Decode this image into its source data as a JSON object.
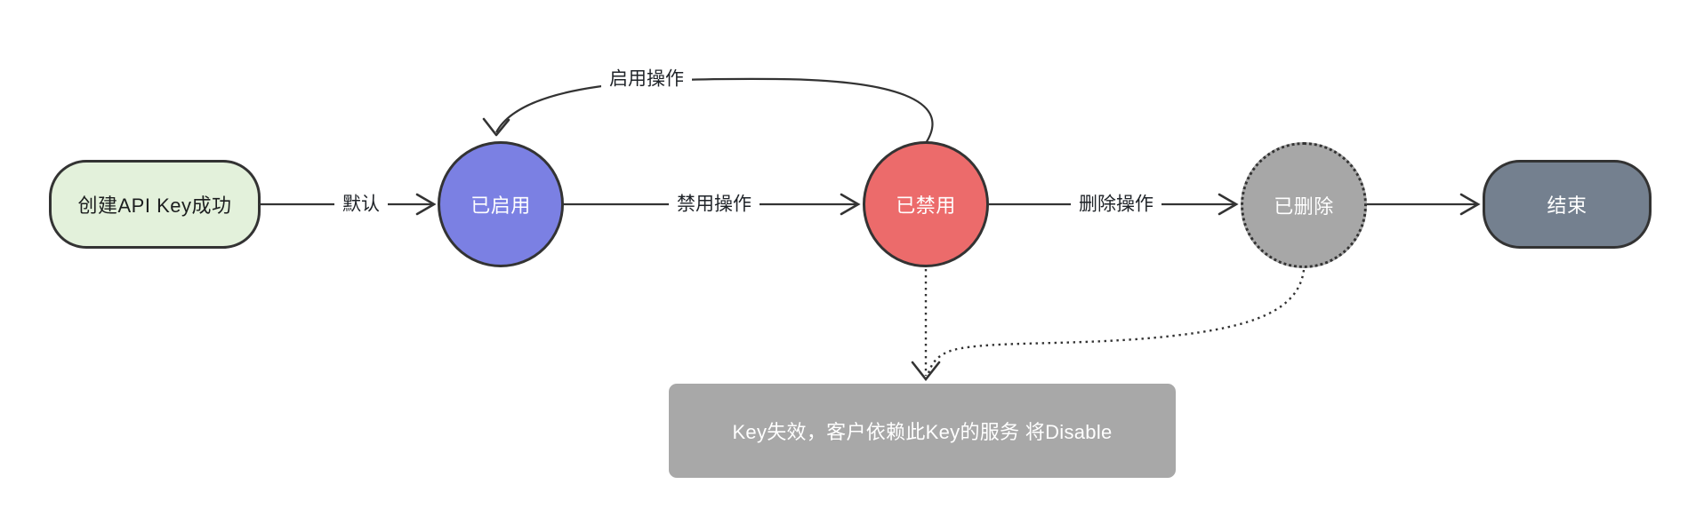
{
  "diagram": {
    "background": "#ffffff",
    "stroke_color": "#333333",
    "edge_label_color": "#1f2328",
    "nodes": {
      "start": {
        "label": "创建API Key成功",
        "shape": "rounded-rect",
        "fill": "#e3f1db",
        "text_color": "#1c1e1f",
        "border": "solid"
      },
      "enabled": {
        "label": "已启用",
        "shape": "circle",
        "fill": "#7b80e3",
        "text_color": "#ffffff",
        "border": "solid"
      },
      "disabled": {
        "label": "已禁用",
        "shape": "circle",
        "fill": "#ec6b6b",
        "text_color": "#ffffff",
        "border": "solid"
      },
      "deleted": {
        "label": "已删除",
        "shape": "circle",
        "fill": "#a7a7a7",
        "text_color": "#ffffff",
        "border": "dotted"
      },
      "end": {
        "label": "结束",
        "shape": "rounded-rect",
        "fill": "#74808f",
        "text_color": "#ffffff",
        "border": "solid"
      },
      "note": {
        "label": "Key失效，客户依赖此Key的服务 将Disable",
        "shape": "rect",
        "fill": "#a8a8a8",
        "text_color": "#ffffff",
        "border": "none"
      }
    },
    "edges": [
      {
        "from": "start",
        "to": "enabled",
        "label": "默认",
        "style": "solid"
      },
      {
        "from": "enabled",
        "to": "disabled",
        "label": "禁用操作",
        "style": "solid"
      },
      {
        "from": "disabled",
        "to": "enabled",
        "label": "启用操作",
        "style": "solid"
      },
      {
        "from": "disabled",
        "to": "deleted",
        "label": "删除操作",
        "style": "solid"
      },
      {
        "from": "deleted",
        "to": "end",
        "label": "",
        "style": "solid"
      },
      {
        "from": "disabled",
        "to": "note",
        "label": "",
        "style": "dotted"
      },
      {
        "from": "deleted",
        "to": "note",
        "label": "",
        "style": "dotted"
      }
    ]
  }
}
